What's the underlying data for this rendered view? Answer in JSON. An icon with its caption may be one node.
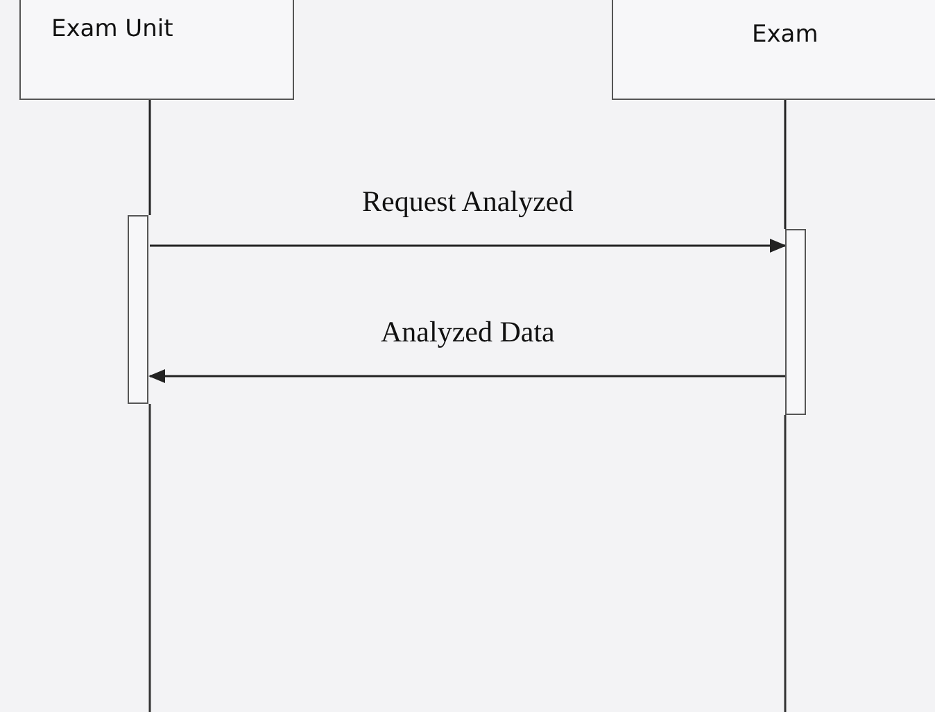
{
  "diagram": {
    "nodes": [
      {
        "text": [
          "Exam Unit"
        ]
      },
      {
        "text": [
          "Exam"
        ]
      },
      {
        "text": [],
        "shape": "bar"
      },
      {
        "text": [],
        "shape": "bar"
      }
    ],
    "edges": [
      {
        "from": 0,
        "to": 2,
        "arrow": "none"
      },
      {
        "from": 1,
        "to": 3,
        "arrow": "none"
      },
      {
        "from": 2,
        "to": 3,
        "label": "Request Analyzed",
        "arrow": "to"
      },
      {
        "from": 3,
        "to": 2,
        "label": "Analyzed Data",
        "arrow": "to"
      }
    ]
  }
}
